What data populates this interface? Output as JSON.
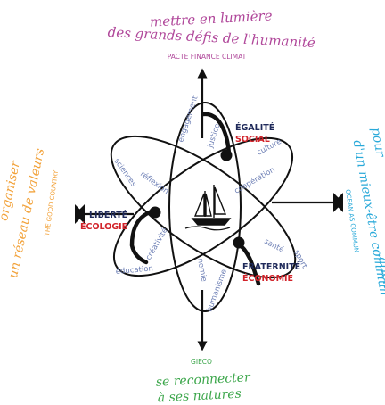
{
  "goals": {
    "top": {
      "line1": "mettre en lumière",
      "line2": "des grands défis de l'humanité",
      "sub": "PACTE FINANCE CLIMAT",
      "color": "#b0479a"
    },
    "left": {
      "line1": "organiser",
      "line2": "un réseau de valeurs",
      "sub": "THE GOOD COUNTRY",
      "color": "#f2a23a"
    },
    "right": {
      "line1": "pour",
      "line2": "d'un mieux-être commun",
      "line3": "...ation",
      "sub": "OCEAN AS COMMUN",
      "color": "#29a9d9"
    },
    "bottom": {
      "line1": "se reconnecter",
      "line2": "à ses natures",
      "sub": "GIECO",
      "color": "#3ba64a"
    }
  },
  "pairs": [
    {
      "a": "ÉGALITÉ",
      "b": "SOCIAL"
    },
    {
      "a": "LIBERTÉ",
      "b": "ÉCOLOGIE"
    },
    {
      "a": "FRATERNITÉ",
      "b": "ÉCONOMIE"
    }
  ],
  "pair_colors": {
    "a": "#1f2a5a",
    "b": "#d2232a"
  },
  "orbit_words": [
    "engagement",
    "justice",
    "culture",
    "coopération",
    "sport",
    "santé",
    "humanisme",
    "nemie",
    "éducation",
    "créativité",
    "réflexion",
    "sciences"
  ],
  "orbit_word_color": "#6d7fb5"
}
